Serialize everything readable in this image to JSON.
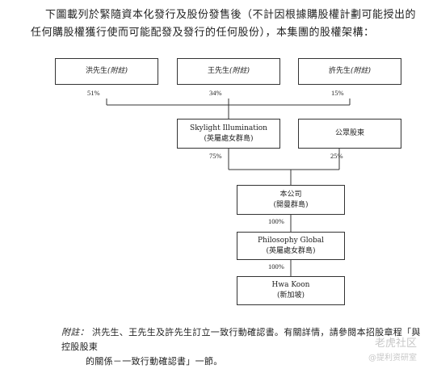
{
  "intro": {
    "line1": "下圖載列於緊隨資本化發行及股份發售後（不計因根據購股權計劃可能授出的",
    "line2": "任何購股權獲行使而可能配發及發行的任何股份），本集團的股權架構："
  },
  "chart": {
    "shareholders": [
      {
        "name": "洪先生",
        "note": "(附註)",
        "pct": "51%"
      },
      {
        "name": "王先生",
        "note": "(附註)",
        "pct": "34%"
      },
      {
        "name": "許先生",
        "note": "(附註)",
        "pct": "15%"
      }
    ],
    "skylight": {
      "name": "Skylight Illumination",
      "sub": "(英屬處女群島)",
      "pct": "75%"
    },
    "public": {
      "name": "公眾股東",
      "pct": "25%"
    },
    "company": {
      "name": "本公司",
      "sub": "(開曼群島)",
      "pct": "100%"
    },
    "philosophy": {
      "name": "Philosophy Global",
      "sub": "(英屬處女群島)",
      "pct": "100%"
    },
    "hwakoon": {
      "name": "Hwa Koon",
      "sub": "(新加坡)"
    }
  },
  "footnote": {
    "label": "附註：",
    "line1": "洪先生、王先生及許先生訂立一致行動確認書。有關詳情，請參閱本招股章程「與控股股東",
    "line2": "的關係－一致行動確認書」一節。"
  },
  "watermark": {
    "top": "老虎社区",
    "bottom": "@提利资研室"
  }
}
